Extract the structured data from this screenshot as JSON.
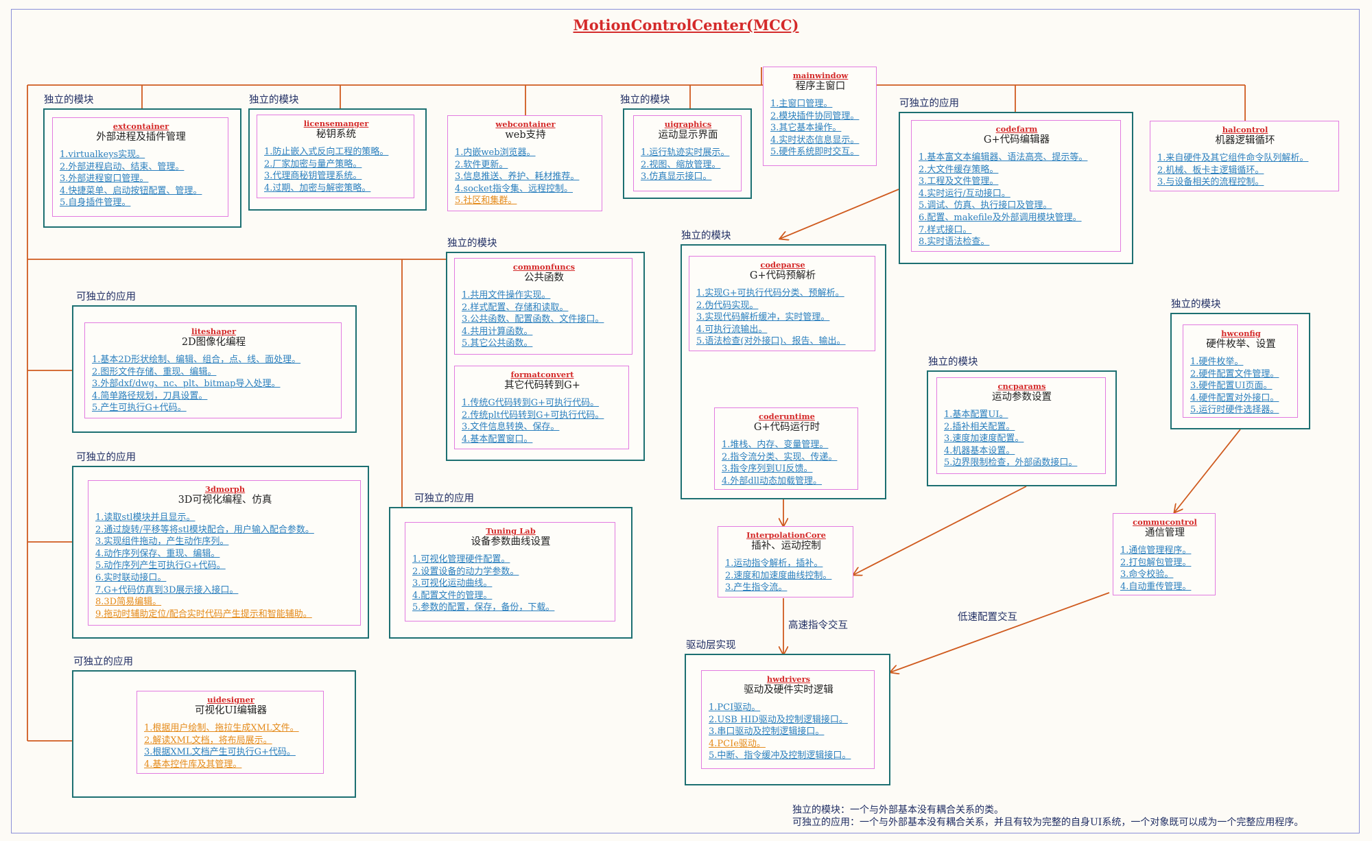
{
  "title": "MotionControlCenter(MCC)",
  "colors": {
    "wire": "#cf5a1e",
    "outer_border": "#1c6f71",
    "inner_border": "#e27ae0",
    "name": "#d42a2a",
    "item_blue": "#2a7fbe",
    "item_orange": "#e48a1a",
    "frame": "#8a8fd8"
  },
  "modules": {
    "extcontainer": {
      "category": "独立的模块",
      "name": "extcontainer",
      "title": "外部进程及插件管理",
      "items": [
        {
          "text": "1.virtualkeys实现。",
          "color": "blue"
        },
        {
          "text": "2.外部进程启动、结束、管理。",
          "color": "blue"
        },
        {
          "text": "3.外部进程窗口管理。",
          "color": "blue"
        },
        {
          "text": "4.快捷菜单、启动按钮配置、管理。",
          "color": "blue"
        },
        {
          "text": "5.自身插件管理。",
          "color": "blue"
        }
      ]
    },
    "licensemanger": {
      "category": "独立的模块",
      "name": "licensemanger",
      "title": "秘钥系统",
      "items": [
        {
          "text": "1.防止嵌入式反向工程的策略。",
          "color": "blue"
        },
        {
          "text": "2.厂家加密与量产策略。",
          "color": "blue"
        },
        {
          "text": "3.代理商秘钥管理系统。",
          "color": "blue"
        },
        {
          "text": "4.过期、加密与解密策略。",
          "color": "blue"
        }
      ]
    },
    "webcontainer": {
      "category": "",
      "name": "webcontainer",
      "title": "web支持",
      "items": [
        {
          "text": "1.内嵌web浏览器。",
          "color": "blue"
        },
        {
          "text": "2.软件更新。",
          "color": "blue"
        },
        {
          "text": "3.信息推送、养护、耗材推荐。",
          "color": "blue"
        },
        {
          "text": "4.socket指令集、远程控制。",
          "color": "blue"
        },
        {
          "text": "5.社区和集群。",
          "color": "orange"
        }
      ]
    },
    "uigraphics": {
      "category": "独立的模块",
      "name": "uigraphics",
      "title": "运动显示界面",
      "items": [
        {
          "text": "1.运行轨迹实时展示。",
          "color": "blue"
        },
        {
          "text": "2.视图、缩放管理。",
          "color": "blue"
        },
        {
          "text": "3.仿真显示接口。",
          "color": "blue"
        }
      ]
    },
    "mainwindow": {
      "category": "",
      "name": "mainwindow",
      "title": "程序主窗口",
      "items": [
        {
          "text": "1.主窗口管理。",
          "color": "blue"
        },
        {
          "text": "2.模块插件协同管理。",
          "color": "blue"
        },
        {
          "text": "3.其它基本操作。",
          "color": "blue"
        },
        {
          "text": "4.实时状态信息显示。",
          "color": "blue"
        },
        {
          "text": "5.硬件系统即时交互。",
          "color": "blue"
        }
      ]
    },
    "codefarm": {
      "category": "可独立的应用",
      "name": "codefarm",
      "title": "G+代码编辑器",
      "items": [
        {
          "text": "1.基本富文本编辑器、语法高亮、提示等。",
          "color": "blue"
        },
        {
          "text": "2.大文件缓存策略。",
          "color": "blue"
        },
        {
          "text": "3.工程及文件管理。",
          "color": "blue"
        },
        {
          "text": "4.实时运行/互动接口。",
          "color": "blue"
        },
        {
          "text": "5.调试、仿真、执行接口及管理。",
          "color": "blue"
        },
        {
          "text": "6.配置、makefile及外部调用模块管理。",
          "color": "blue"
        },
        {
          "text": "7.样式接口。",
          "color": "blue"
        },
        {
          "text": "8.实时语法检查。",
          "color": "blue"
        }
      ]
    },
    "halcontrol": {
      "category": "",
      "name": "halcontrol",
      "title": "机器逻辑循环",
      "items": [
        {
          "text": "1.来自硬件及其它组件命令队列解析。",
          "color": "blue"
        },
        {
          "text": "2.机械、板卡主逻辑循环。",
          "color": "blue"
        },
        {
          "text": "3.与设备相关的流程控制。",
          "color": "blue"
        }
      ]
    },
    "commonfuncs": {
      "category": "独立的模块",
      "name": "commonfuncs",
      "title": "公共函数",
      "items": [
        {
          "text": "1.共用文件操作实现。",
          "color": "blue"
        },
        {
          "text": "2.样式配置、存储和读取。",
          "color": "blue"
        },
        {
          "text": "3.公共函数、配置函数、文件接口。",
          "color": "blue"
        },
        {
          "text": "4.共用计算函数。",
          "color": "blue"
        },
        {
          "text": "5.其它公共函数。",
          "color": "blue"
        }
      ]
    },
    "formatconvert": {
      "category": "",
      "name": "formatconvert",
      "title": "其它代码转到G+",
      "items": [
        {
          "text": "1.传统G代码转到G+可执行代码。",
          "color": "blue"
        },
        {
          "text": "2.传统plt代码转到G+可执行代码。",
          "color": "blue"
        },
        {
          "text": "3.文件信息转换、保存。",
          "color": "blue"
        },
        {
          "text": "4.基本配置窗口。",
          "color": "blue"
        }
      ]
    },
    "codeparse": {
      "category": "独立的模块",
      "name": "codeparse",
      "title": "G+代码预解析",
      "items": [
        {
          "text": "1.实现G+可执行代码分类、预解析。",
          "color": "blue"
        },
        {
          "text": "2.伪代码实现。",
          "color": "blue"
        },
        {
          "text": "3.实现代码解析缓冲，实时管理。",
          "color": "blue"
        },
        {
          "text": "4.可执行流输出。",
          "color": "blue"
        },
        {
          "text": "5.语法检查(对外接口)、报告、输出。",
          "color": "blue"
        }
      ]
    },
    "coderuntime": {
      "category": "",
      "name": "coderuntime",
      "title": "G+代码运行时",
      "items": [
        {
          "text": "1.堆栈、内存、变量管理。",
          "color": "blue"
        },
        {
          "text": "2.指令流分类、实现、传递。",
          "color": "blue"
        },
        {
          "text": "3.指令序列到UI反馈。",
          "color": "blue"
        },
        {
          "text": "4.外部dll动态加载管理。",
          "color": "blue"
        }
      ]
    },
    "liteshaper": {
      "category": "可独立的应用",
      "name": "liteshaper",
      "title": "2D图像化编程",
      "items": [
        {
          "text": "1.基本2D形状绘制、编辑、组合，点、线、面处理。",
          "color": "blue"
        },
        {
          "text": "2.图形文件存储、重现、编辑。",
          "color": "blue"
        },
        {
          "text": "3.外部dxf/dwg、nc、plt、bitmap导入处理。",
          "color": "blue"
        },
        {
          "text": "4.简单路径规划，刀具设置。",
          "color": "blue"
        },
        {
          "text": "5.产生可执行G+代码。",
          "color": "blue"
        }
      ]
    },
    "hwconfig": {
      "category": "独立的模块",
      "name": "hwconfig",
      "title": "硬件枚举、设置",
      "items": [
        {
          "text": "1.硬件枚举。",
          "color": "blue"
        },
        {
          "text": "2.硬件配置文件管理。",
          "color": "blue"
        },
        {
          "text": "3.硬件配置UI页面。",
          "color": "blue"
        },
        {
          "text": "4.硬件配置对外接口。",
          "color": "blue"
        },
        {
          "text": "5.运行时硬件选择器。",
          "color": "blue"
        }
      ]
    },
    "cncparams": {
      "category": "独立的模块",
      "name": "cncparams",
      "title": "运动参数设置",
      "items": [
        {
          "text": "1.基本配置UI。",
          "color": "blue"
        },
        {
          "text": "2.插补相关配置。",
          "color": "blue"
        },
        {
          "text": "3.速度加速度配置。",
          "color": "blue"
        },
        {
          "text": "4.机器基本设置。",
          "color": "blue"
        },
        {
          "text": "5.边界限制检查，外部函数接口。",
          "color": "blue"
        }
      ]
    },
    "3dmorph": {
      "category": "可独立的应用",
      "name": "3dmorph",
      "title": "3D可视化编程、仿真",
      "items": [
        {
          "text": "1.读取stl模块并且显示。",
          "color": "blue"
        },
        {
          "text": "2.通过旋转/平移等将stl模块配合，用户输入配合参数。",
          "color": "blue"
        },
        {
          "text": "3.实现组件拖动，产生动作序列。",
          "color": "blue"
        },
        {
          "text": "4.动作序列保存、重现、编辑。",
          "color": "blue"
        },
        {
          "text": "5.动作序列产生可执行G+代码。",
          "color": "blue"
        },
        {
          "text": "6.实时联动接口。",
          "color": "blue"
        },
        {
          "text": "7.G+代码仿真到3D展示接入接口。",
          "color": "blue"
        },
        {
          "text": "8.3D简易编辑。",
          "color": "orange"
        },
        {
          "text": "9.拖动时辅助定位/配合实时代码产生提示和智能辅助。",
          "color": "orange"
        }
      ]
    },
    "tuninglab": {
      "category": "可独立的应用",
      "name": "Tuning Lab",
      "title": "设备参数曲线设置",
      "items": [
        {
          "text": "1.可视化管理硬件配置。",
          "color": "blue"
        },
        {
          "text": "2.设置设备的动力学参数。",
          "color": "blue"
        },
        {
          "text": "3.可视化运动曲线。",
          "color": "blue"
        },
        {
          "text": "4.配置文件的管理。",
          "color": "blue"
        },
        {
          "text": "5.参数的配置，保存，备份，下载。",
          "color": "blue"
        }
      ]
    },
    "interpolationcore": {
      "category": "",
      "name": "InterpolationCore",
      "title": "插补、运动控制",
      "items": [
        {
          "text": "1.运动指令解析，插补。",
          "color": "blue"
        },
        {
          "text": "2.速度和加速度曲线控制。",
          "color": "blue"
        },
        {
          "text": "3.产生指令流。",
          "color": "blue"
        }
      ]
    },
    "commucontrol": {
      "category": "",
      "name": "commucontrol",
      "title": "通信管理",
      "items": [
        {
          "text": "1.通信管理程序。",
          "color": "blue"
        },
        {
          "text": "2.打包解包管理。",
          "color": "blue"
        },
        {
          "text": "3.命令校验。",
          "color": "blue"
        },
        {
          "text": "4.自动重传管理。",
          "color": "blue"
        }
      ]
    },
    "uidesigner": {
      "category": "可独立的应用",
      "name": "uidesigner",
      "title": "可视化UI编辑器",
      "items": [
        {
          "text": "1.根据用户绘制、拖拉生成XML文件。",
          "color": "orange"
        },
        {
          "text": "2.解读XML文档，将布局展示。",
          "color": "orange"
        },
        {
          "text": "3.根据XML文档产生可执行G+代码。",
          "color": "blue"
        },
        {
          "text": "4.基本控件库及其管理。",
          "color": "orange"
        }
      ]
    },
    "hwdrivers": {
      "category": "驱动层实现",
      "name": "hwdrivers",
      "title": "驱动及硬件实时逻辑",
      "items": [
        {
          "text": "1.PCI驱动。",
          "color": "blue"
        },
        {
          "text": "2.USB HID驱动及控制逻辑接口。",
          "color": "blue"
        },
        {
          "text": "3.串口驱动及控制逻辑接口。",
          "color": "blue"
        },
        {
          "text": "4.PCIe驱动。",
          "color": "orange"
        },
        {
          "text": "5.中断、指令缓冲及控制逻辑接口。",
          "color": "blue"
        }
      ]
    }
  },
  "edge_labels": {
    "high_speed": "高速指令交互",
    "low_speed": "低速配置交互"
  },
  "legend": {
    "line1": "独立的模块：一个与外部基本没有耦合关系的类。",
    "line2": "可独立的应用：一个与外部基本没有耦合关系，并且有较为完整的自身UI系统，一个对象既可以成为一个完整应用程序。"
  }
}
